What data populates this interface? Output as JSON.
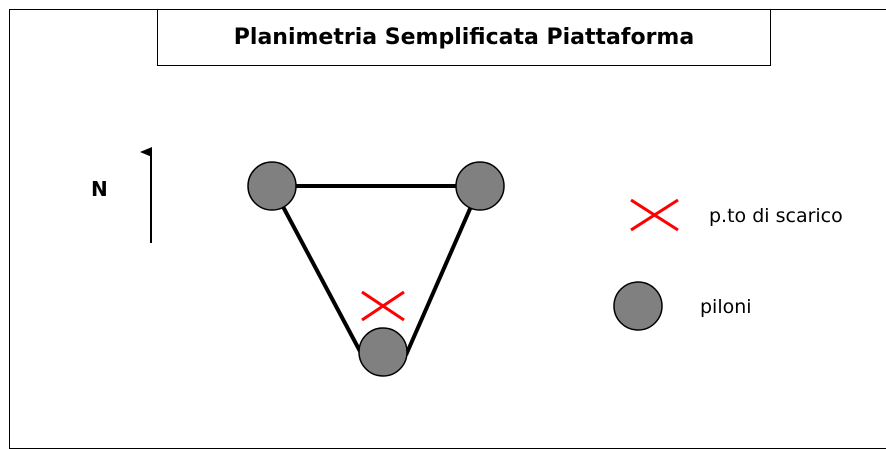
{
  "title": "Planimetria Semplificata Piattaforma",
  "north": "N",
  "legend": {
    "discharge_point": "p.to di scarico",
    "pylons": "piloni"
  },
  "colors": {
    "pylon_fill": "#808080",
    "cross": "#ff0000",
    "line": "#000000"
  }
}
